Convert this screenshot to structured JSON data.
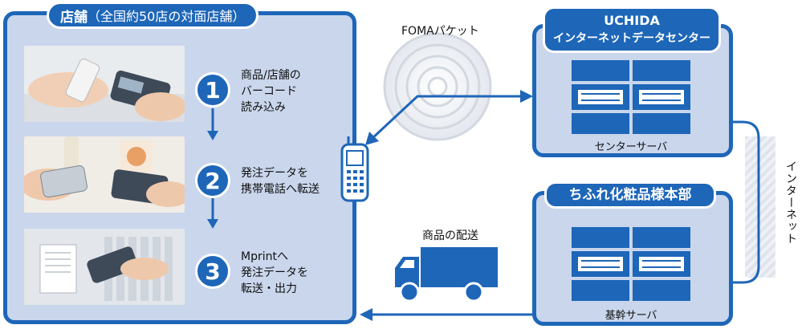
{
  "store": {
    "title_bold": "店舗",
    "title_rest": "（全国約50店の対面店舗）"
  },
  "steps": [
    {
      "number": "1",
      "text": "商品/店舗の\nバーコード\n読み込み"
    },
    {
      "number": "2",
      "text": "発注データを\n携帯電話へ転送"
    },
    {
      "number": "3",
      "text": "Mprintへ\n発注データを\n転送・出力"
    }
  ],
  "network": {
    "foma_label": "FOMAパケット",
    "internet_label": "インターネット",
    "delivery_label": "商品の配送"
  },
  "uchida": {
    "title_line1": "UCHIDA",
    "title_line2": "インターネットデータセンター",
    "server_label": "センターサーバ"
  },
  "chifure": {
    "title": "ちふれ化粧品様本部",
    "server_label": "基幹サーバ"
  },
  "colors": {
    "brand_blue": "#1e66b8",
    "panel_fill": "#c9d6ec"
  }
}
